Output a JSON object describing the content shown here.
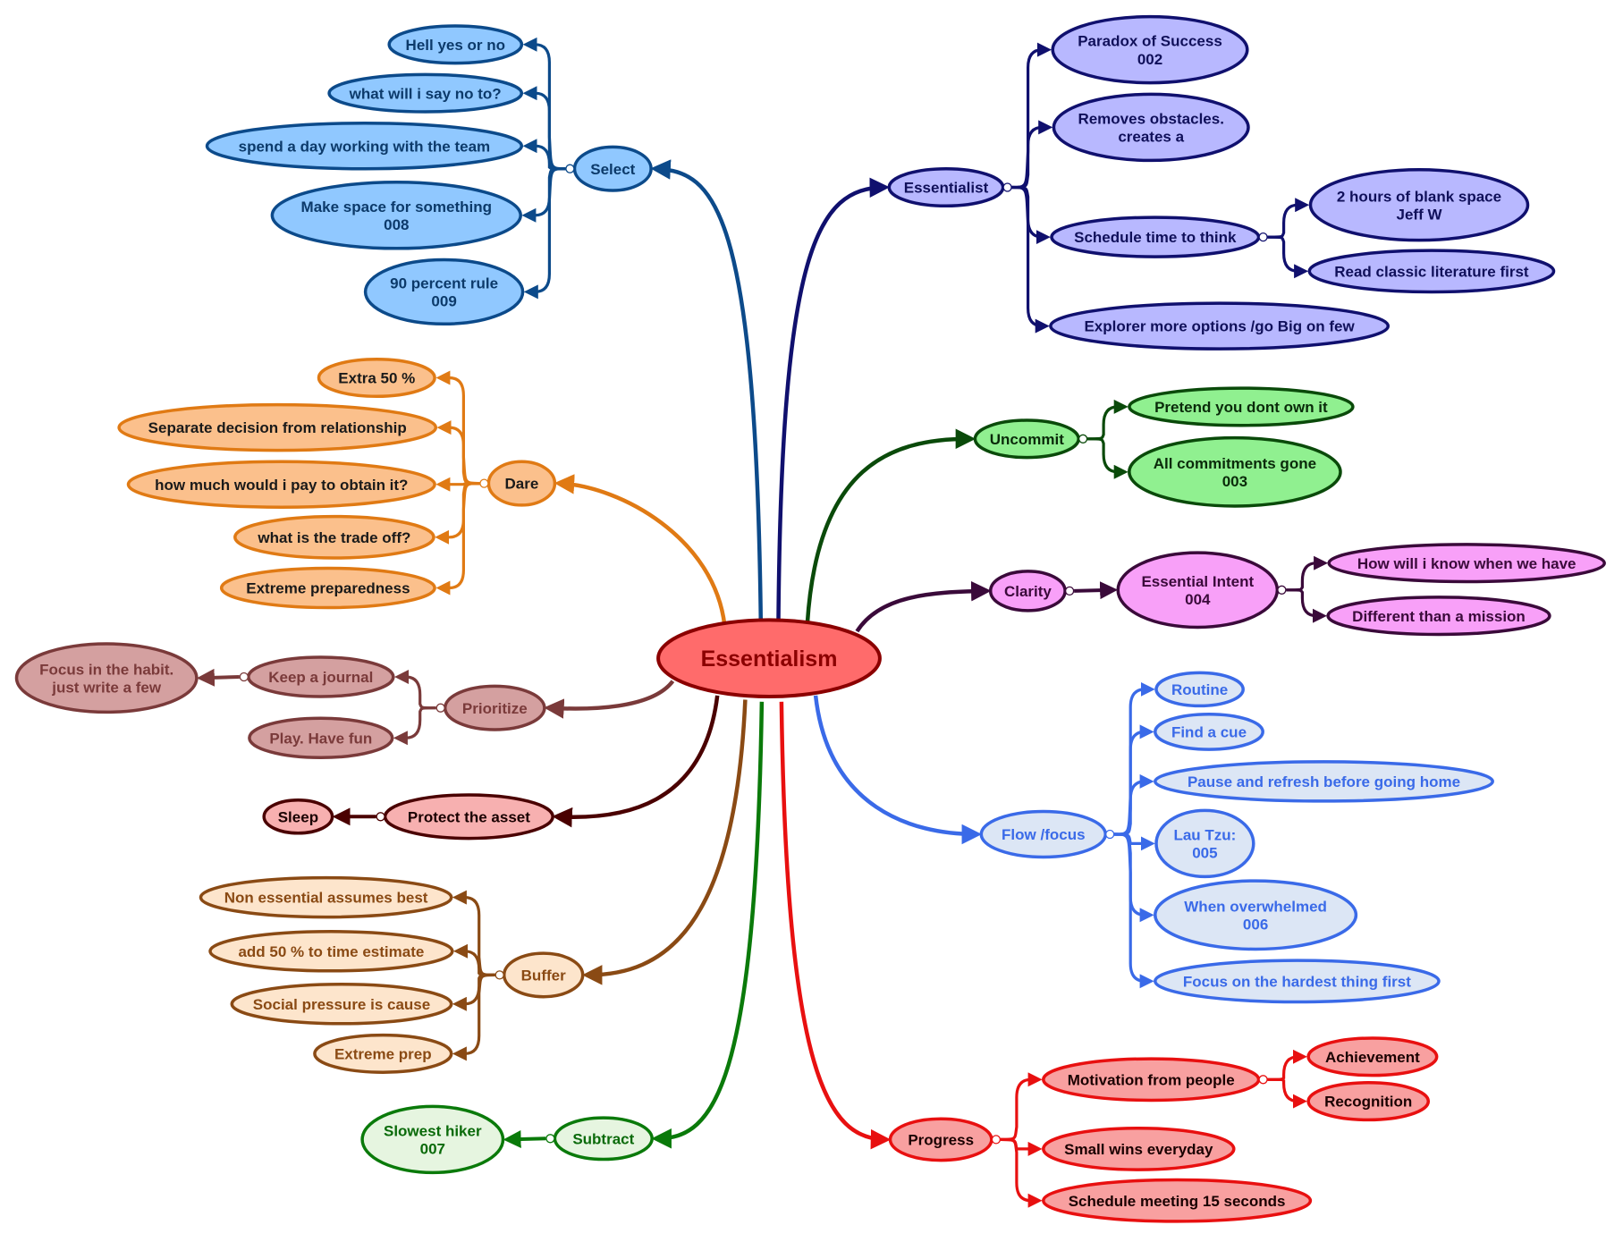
{
  "root": {
    "label": "Essentialism",
    "fill": "#ff6b6b",
    "stroke": "#8b0000",
    "text": "#8b0000"
  },
  "branches": [
    {
      "id": "select",
      "label": "Select",
      "colors": {
        "fill": "#90c8ff",
        "stroke": "#0c4a8a",
        "text": "#0c3a6a"
      },
      "children": [
        {
          "id": "hell-yes",
          "label": "Hell yes or no"
        },
        {
          "id": "say-no",
          "label": "what will i say no to?"
        },
        {
          "id": "spend-day",
          "label": "spend a day working with the team"
        },
        {
          "id": "make-space",
          "label": "Make space for something",
          "sub": "008"
        },
        {
          "id": "ninety-rule",
          "label": "90 percent rule",
          "sub": "009"
        }
      ]
    },
    {
      "id": "dare",
      "label": "Dare",
      "colors": {
        "fill": "#fbc08c",
        "stroke": "#e07a14",
        "text": "#1a1a1a"
      },
      "children": [
        {
          "id": "extra-50",
          "label": "Extra 50 %"
        },
        {
          "id": "separate-decision",
          "label": "Separate decision from relationship"
        },
        {
          "id": "how-much",
          "label": "how much would i pay to obtain it?"
        },
        {
          "id": "trade-off",
          "label": "what is the trade off?"
        },
        {
          "id": "extreme-preparedness",
          "label": "Extreme preparedness"
        }
      ]
    },
    {
      "id": "prioritize",
      "label": "Prioritize",
      "colors": {
        "fill": "#d4a0a0",
        "stroke": "#7a3a3a",
        "text": "#7a3a3a"
      },
      "children": [
        {
          "id": "keep-journal",
          "label": "Keep a journal",
          "children": [
            {
              "id": "focus-habit",
              "label": "Focus in the habit.",
              "sub": "just write a few"
            }
          ]
        },
        {
          "id": "play-fun",
          "label": "Play. Have fun"
        }
      ]
    },
    {
      "id": "protect",
      "label": "Protect the asset",
      "colors": {
        "fill": "#f7b0b0",
        "stroke": "#4a0000",
        "text": "#1a0000"
      },
      "children": [
        {
          "id": "sleep",
          "label": "Sleep"
        }
      ]
    },
    {
      "id": "buffer",
      "label": "Buffer",
      "colors": {
        "fill": "#fde5cc",
        "stroke": "#8a4a14",
        "text": "#8a4a14"
      },
      "children": [
        {
          "id": "non-essential",
          "label": "Non essential assumes best"
        },
        {
          "id": "add-50",
          "label": "add 50 % to time estimate"
        },
        {
          "id": "social-pressure",
          "label": "Social pressure is cause"
        },
        {
          "id": "extreme-prep",
          "label": "Extreme prep"
        }
      ]
    },
    {
      "id": "subtract",
      "label": "Subtract",
      "colors": {
        "fill": "#e6f5e0",
        "stroke": "#0a7a0a",
        "text": "#0a6a0a"
      },
      "children": [
        {
          "id": "slowest-hiker",
          "label": "Slowest hiker",
          "sub": "007"
        }
      ]
    },
    {
      "id": "essentialist",
      "label": "Essentialist",
      "colors": {
        "fill": "#b8b8ff",
        "stroke": "#10106e",
        "text": "#10105a"
      },
      "children": [
        {
          "id": "paradox",
          "label": "Paradox of Success",
          "sub": "002"
        },
        {
          "id": "removes-obstacles",
          "label": "Removes obstacles.",
          "sub": "creates a"
        },
        {
          "id": "schedule-think",
          "label": "Schedule time to think",
          "children": [
            {
              "id": "blank-space",
              "label": "2 hours of blank space",
              "sub": "Jeff W"
            },
            {
              "id": "classic-lit",
              "label": "Read classic literature first"
            }
          ]
        },
        {
          "id": "explorer",
          "label": "Explorer more options /go Big on few"
        }
      ]
    },
    {
      "id": "uncommit",
      "label": "Uncommit",
      "colors": {
        "fill": "#90f090",
        "stroke": "#0a4a0a",
        "text": "#0a2a0a"
      },
      "children": [
        {
          "id": "pretend",
          "label": "Pretend you dont own it"
        },
        {
          "id": "commitments-gone",
          "label": "All commitments gone",
          "sub": "003"
        }
      ]
    },
    {
      "id": "clarity",
      "label": "Clarity",
      "colors": {
        "fill": "#f8a0f8",
        "stroke": "#3a0a3a",
        "text": "#3a0a3a"
      },
      "children": [
        {
          "id": "essential-intent",
          "label": "Essential Intent",
          "sub": "004",
          "children": [
            {
              "id": "how-know",
              "label": "How will i know when we have"
            },
            {
              "id": "different-mission",
              "label": "Different than a mission"
            }
          ]
        }
      ]
    },
    {
      "id": "flow",
      "label": "Flow /focus",
      "colors": {
        "fill": "#dce6f5",
        "stroke": "#3a6ae8",
        "text": "#3a6ae8"
      },
      "children": [
        {
          "id": "routine",
          "label": "Routine"
        },
        {
          "id": "find-cue",
          "label": "Find a cue"
        },
        {
          "id": "pause-refresh",
          "label": "Pause and refresh before going home"
        },
        {
          "id": "lau-tzu",
          "label": "Lau Tzu:",
          "sub": "005"
        },
        {
          "id": "overwhelmed",
          "label": "When overwhelmed",
          "sub": "006"
        },
        {
          "id": "hardest-first",
          "label": "Focus on the hardest thing first"
        }
      ]
    },
    {
      "id": "progress",
      "label": "Progress",
      "colors": {
        "fill": "#f8a0a0",
        "stroke": "#e81010",
        "text": "#1a0000"
      },
      "children": [
        {
          "id": "motivation",
          "label": "Motivation from people",
          "children": [
            {
              "id": "achievement",
              "label": "Achievement"
            },
            {
              "id": "recognition",
              "label": "Recognition"
            }
          ]
        },
        {
          "id": "small-wins",
          "label": "Small wins everyday"
        },
        {
          "id": "schedule-meeting",
          "label": "Schedule meeting 15 seconds"
        }
      ]
    }
  ]
}
